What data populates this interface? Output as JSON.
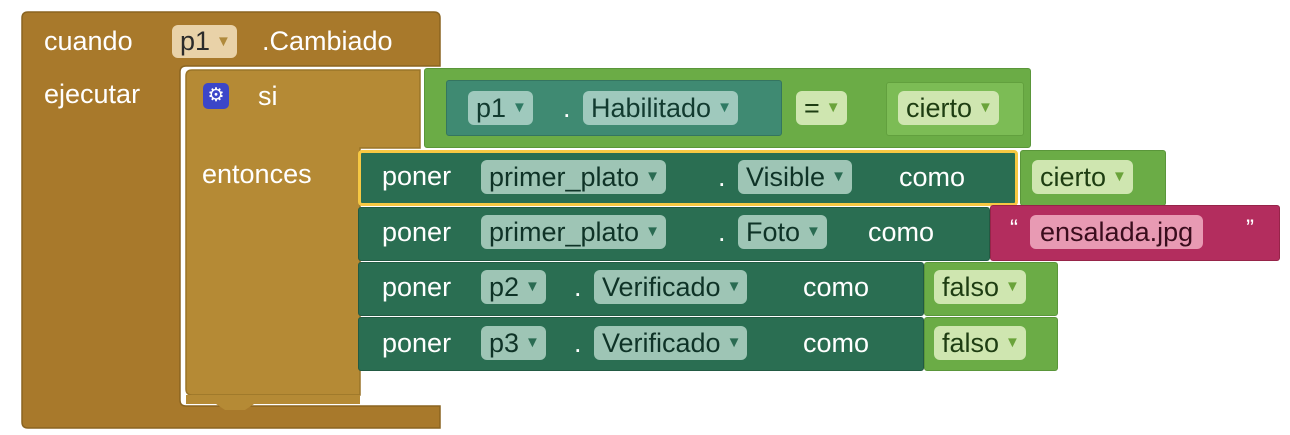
{
  "event": {
    "when": "cuando",
    "component": "p1",
    "event_name": ".Cambiado",
    "do": "ejecutar"
  },
  "if_block": {
    "if": "si",
    "then": "entonces",
    "mutator_icon": "gear-icon"
  },
  "condition": {
    "component": "p1",
    "separator": ".",
    "property": "Habilitado",
    "operator": "=",
    "value": "cierto"
  },
  "statements": [
    {
      "keyword": "poner",
      "component": "primer_plato",
      "dot": ".",
      "property": "Visible",
      "as": "como",
      "value": "cierto",
      "value_type": "boolean"
    },
    {
      "keyword": "poner",
      "component": "primer_plato",
      "dot": ".",
      "property": "Foto",
      "as": "como",
      "open_quote": "“",
      "value": "ensalada.jpg",
      "close_quote": "”",
      "value_type": "text"
    },
    {
      "keyword": "poner",
      "component": "p2",
      "dot": ".",
      "property": "Verificado",
      "as": "como",
      "value": "falso",
      "value_type": "boolean"
    },
    {
      "keyword": "poner",
      "component": "p3",
      "dot": ".",
      "property": "Verificado",
      "as": "como",
      "value": "falso",
      "value_type": "boolean"
    }
  ],
  "colors": {
    "event_block": "#a8792b",
    "control_block": "#b58a35",
    "logic_block": "#6bac46",
    "setter_block": "#2a6e52",
    "text_block": "#b32d5e",
    "selection_highlight": "#f7c843"
  }
}
